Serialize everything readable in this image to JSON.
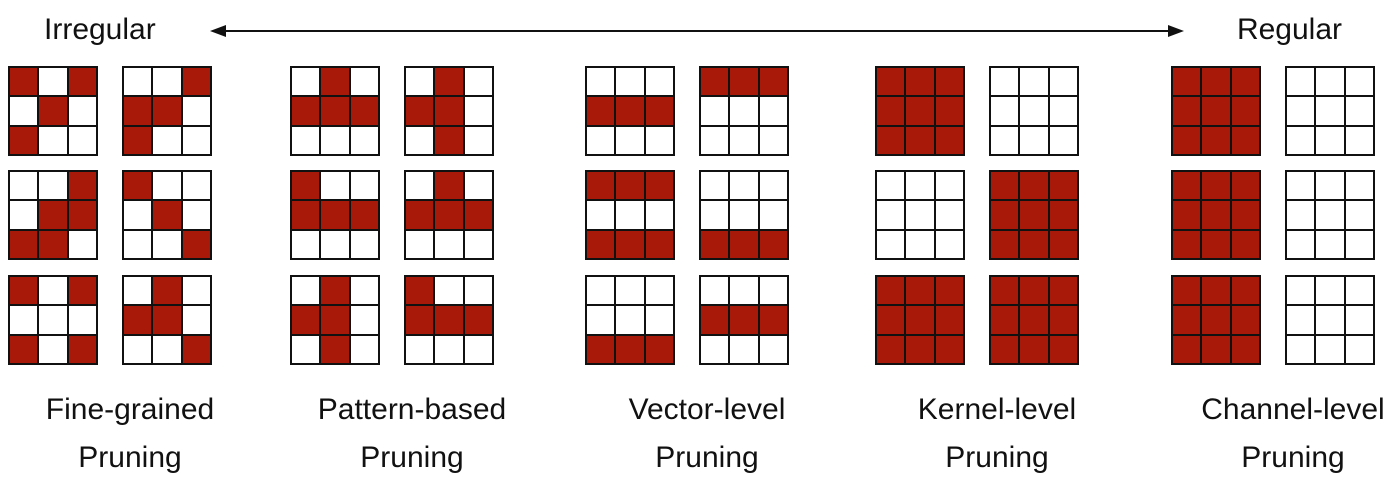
{
  "axis": {
    "left_label": "Irregular",
    "right_label": "Regular"
  },
  "colors": {
    "pruned": "#a81909",
    "kept": "#ffffff",
    "border": "#111111"
  },
  "groups": [
    {
      "line1": "Fine-grained",
      "line2": "Pruning",
      "kernels": [
        [
          [
            1,
            0,
            1
          ],
          [
            0,
            1,
            0
          ],
          [
            1,
            0,
            0
          ]
        ],
        [
          [
            0,
            0,
            1
          ],
          [
            1,
            1,
            0
          ],
          [
            1,
            0,
            0
          ]
        ],
        [
          [
            0,
            0,
            1
          ],
          [
            0,
            1,
            1
          ],
          [
            1,
            1,
            0
          ]
        ],
        [
          [
            1,
            0,
            0
          ],
          [
            0,
            1,
            0
          ],
          [
            0,
            0,
            1
          ]
        ],
        [
          [
            1,
            0,
            1
          ],
          [
            0,
            0,
            0
          ],
          [
            1,
            0,
            1
          ]
        ],
        [
          [
            0,
            1,
            0
          ],
          [
            1,
            1,
            0
          ],
          [
            0,
            0,
            1
          ]
        ]
      ]
    },
    {
      "line1": "Pattern-based",
      "line2": "Pruning",
      "kernels": [
        [
          [
            0,
            1,
            0
          ],
          [
            1,
            1,
            1
          ],
          [
            0,
            0,
            0
          ]
        ],
        [
          [
            0,
            1,
            0
          ],
          [
            1,
            1,
            0
          ],
          [
            0,
            1,
            0
          ]
        ],
        [
          [
            1,
            0,
            0
          ],
          [
            1,
            1,
            1
          ],
          [
            0,
            0,
            0
          ]
        ],
        [
          [
            0,
            1,
            0
          ],
          [
            1,
            1,
            1
          ],
          [
            0,
            0,
            0
          ]
        ],
        [
          [
            0,
            1,
            0
          ],
          [
            1,
            1,
            0
          ],
          [
            0,
            1,
            0
          ]
        ],
        [
          [
            1,
            0,
            0
          ],
          [
            1,
            1,
            1
          ],
          [
            0,
            0,
            0
          ]
        ]
      ]
    },
    {
      "line1": "Vector-level",
      "line2": "Pruning",
      "kernels": [
        [
          [
            0,
            0,
            0
          ],
          [
            1,
            1,
            1
          ],
          [
            0,
            0,
            0
          ]
        ],
        [
          [
            1,
            1,
            1
          ],
          [
            0,
            0,
            0
          ],
          [
            0,
            0,
            0
          ]
        ],
        [
          [
            1,
            1,
            1
          ],
          [
            0,
            0,
            0
          ],
          [
            1,
            1,
            1
          ]
        ],
        [
          [
            0,
            0,
            0
          ],
          [
            0,
            0,
            0
          ],
          [
            1,
            1,
            1
          ]
        ],
        [
          [
            0,
            0,
            0
          ],
          [
            0,
            0,
            0
          ],
          [
            1,
            1,
            1
          ]
        ],
        [
          [
            0,
            0,
            0
          ],
          [
            1,
            1,
            1
          ],
          [
            0,
            0,
            0
          ]
        ]
      ]
    },
    {
      "line1": "Kernel-level",
      "line2": "Pruning",
      "kernels": [
        [
          [
            1,
            1,
            1
          ],
          [
            1,
            1,
            1
          ],
          [
            1,
            1,
            1
          ]
        ],
        [
          [
            0,
            0,
            0
          ],
          [
            0,
            0,
            0
          ],
          [
            0,
            0,
            0
          ]
        ],
        [
          [
            0,
            0,
            0
          ],
          [
            0,
            0,
            0
          ],
          [
            0,
            0,
            0
          ]
        ],
        [
          [
            1,
            1,
            1
          ],
          [
            1,
            1,
            1
          ],
          [
            1,
            1,
            1
          ]
        ],
        [
          [
            1,
            1,
            1
          ],
          [
            1,
            1,
            1
          ],
          [
            1,
            1,
            1
          ]
        ],
        [
          [
            1,
            1,
            1
          ],
          [
            1,
            1,
            1
          ],
          [
            1,
            1,
            1
          ]
        ]
      ]
    },
    {
      "line1": "Channel-level",
      "line2": "Pruning",
      "kernels": [
        [
          [
            1,
            1,
            1
          ],
          [
            1,
            1,
            1
          ],
          [
            1,
            1,
            1
          ]
        ],
        [
          [
            0,
            0,
            0
          ],
          [
            0,
            0,
            0
          ],
          [
            0,
            0,
            0
          ]
        ],
        [
          [
            1,
            1,
            1
          ],
          [
            1,
            1,
            1
          ],
          [
            1,
            1,
            1
          ]
        ],
        [
          [
            0,
            0,
            0
          ],
          [
            0,
            0,
            0
          ],
          [
            0,
            0,
            0
          ]
        ],
        [
          [
            1,
            1,
            1
          ],
          [
            1,
            1,
            1
          ],
          [
            1,
            1,
            1
          ]
        ],
        [
          [
            0,
            0,
            0
          ],
          [
            0,
            0,
            0
          ],
          [
            0,
            0,
            0
          ]
        ]
      ]
    }
  ]
}
